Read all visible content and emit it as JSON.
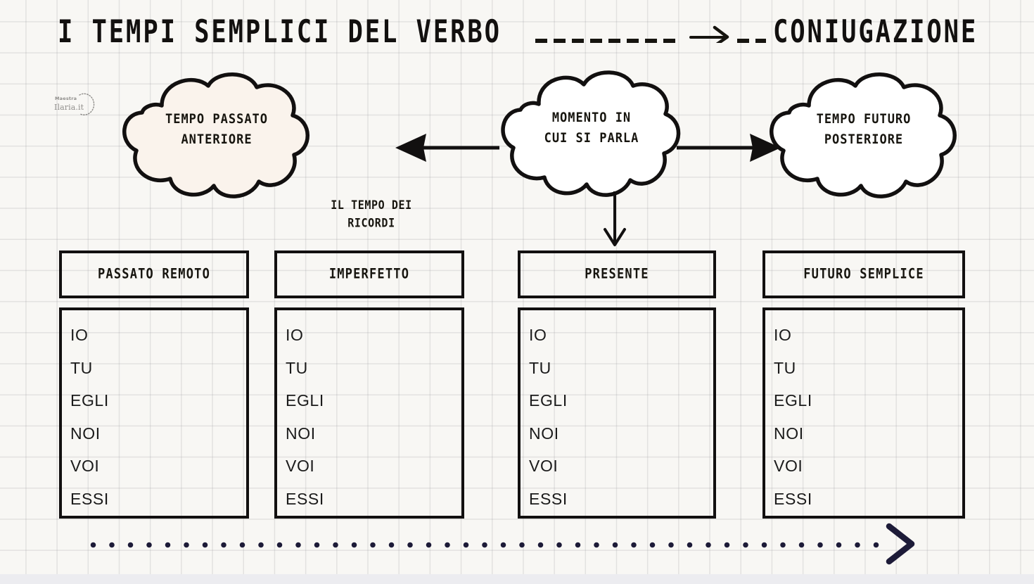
{
  "page": {
    "title": "I TEMPI SEMPLICI DEL VERBO",
    "title_suffix": "CONIUGAZIONE",
    "blank_long_label": "___________",
    "blank_short_label": "__",
    "arrow_icon": "arrow-right-icon",
    "background_color": "#f8f7f4",
    "grid_color": "#96969b",
    "ink_color": "#121010"
  },
  "watermark": {
    "line1": "Maestra",
    "line2": "Ilaria.it"
  },
  "clouds": [
    {
      "name": "cloud-past",
      "line1": "TEMPO PASSATO",
      "line2": "ANTERIORE",
      "fill": "#faf3ec"
    },
    {
      "name": "cloud-present",
      "line1": "MOMENTO IN",
      "line2": "CUI SI PARLA",
      "fill": "#ffffff"
    },
    {
      "name": "cloud-future",
      "line1": "TEMPO FUTURO",
      "line2": "POSTERIORE",
      "fill": "#ffffff"
    }
  ],
  "memory_note": {
    "line1": "IL TEMPO DEI",
    "line2": "RICORDI"
  },
  "arrows": {
    "left_arrow": "arrow-left-icon",
    "right_arrow": "arrow-right-icon",
    "down_arrow": "arrow-down-icon",
    "timeline_arrow": "chevron-right-icon"
  },
  "pronouns": [
    "IO",
    "TU",
    "EGLI",
    "NOI",
    "VOI",
    "ESSI"
  ],
  "columns": [
    {
      "header": "PASSATO REMOTO"
    },
    {
      "header": "IMPERFETTO"
    },
    {
      "header": "PRESENTE"
    },
    {
      "header": "FUTURO SEMPLICE"
    }
  ]
}
